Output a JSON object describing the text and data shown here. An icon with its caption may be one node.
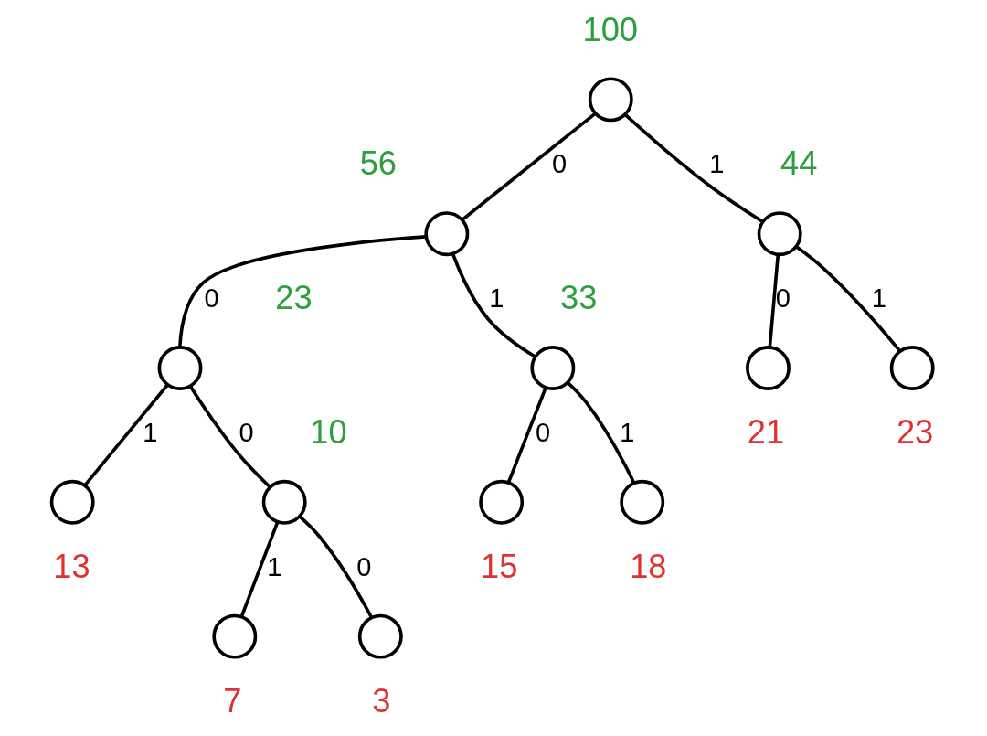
{
  "diagram": {
    "nodes": [
      {
        "text": [],
        "shape": "circle",
        "beside": [
          "100"
        ]
      },
      {
        "text": [],
        "shape": "circle",
        "beside": [
          "56"
        ]
      },
      {
        "text": [],
        "shape": "circle",
        "beside": [
          "44"
        ]
      },
      {
        "text": [],
        "shape": "circle",
        "beside": [
          "23"
        ]
      },
      {
        "text": [],
        "shape": "circle",
        "beside": [
          "33"
        ]
      },
      {
        "text": [],
        "shape": "circle",
        "beside": [
          "21"
        ]
      },
      {
        "text": [],
        "shape": "circle",
        "beside": [
          "23"
        ]
      },
      {
        "text": [],
        "shape": "circle",
        "beside": [
          "10"
        ]
      },
      {
        "text": [],
        "shape": "circle",
        "beside": [
          "13"
        ]
      },
      {
        "text": [],
        "shape": "circle",
        "beside": [
          "15"
        ]
      },
      {
        "text": [],
        "shape": "circle",
        "beside": [
          "18"
        ]
      },
      {
        "text": [],
        "shape": "circle",
        "beside": [
          "3"
        ]
      },
      {
        "text": [],
        "shape": "circle",
        "beside": [
          "7"
        ]
      }
    ],
    "edges": [
      {
        "from": 0,
        "to": 1,
        "arrow": "none",
        "label": "0"
      },
      {
        "from": 0,
        "to": 2,
        "arrow": "none",
        "label": "1"
      },
      {
        "from": 1,
        "to": 3,
        "arrow": "none",
        "label": "0"
      },
      {
        "from": 1,
        "to": 4,
        "arrow": "none",
        "label": "1"
      },
      {
        "from": 2,
        "to": 5,
        "arrow": "none",
        "label": "0"
      },
      {
        "from": 2,
        "to": 6,
        "arrow": "none",
        "label": "1"
      },
      {
        "from": 3,
        "to": 7,
        "arrow": "none",
        "label": "0"
      },
      {
        "from": 3,
        "to": 8,
        "arrow": "none",
        "label": "1"
      },
      {
        "from": 4,
        "to": 9,
        "arrow": "none",
        "label": "0"
      },
      {
        "from": 4,
        "to": 10,
        "arrow": "none",
        "label": "1"
      },
      {
        "from": 7,
        "to": 11,
        "arrow": "none",
        "label": "0"
      },
      {
        "from": 7,
        "to": 12,
        "arrow": "none",
        "label": "1"
      }
    ]
  }
}
